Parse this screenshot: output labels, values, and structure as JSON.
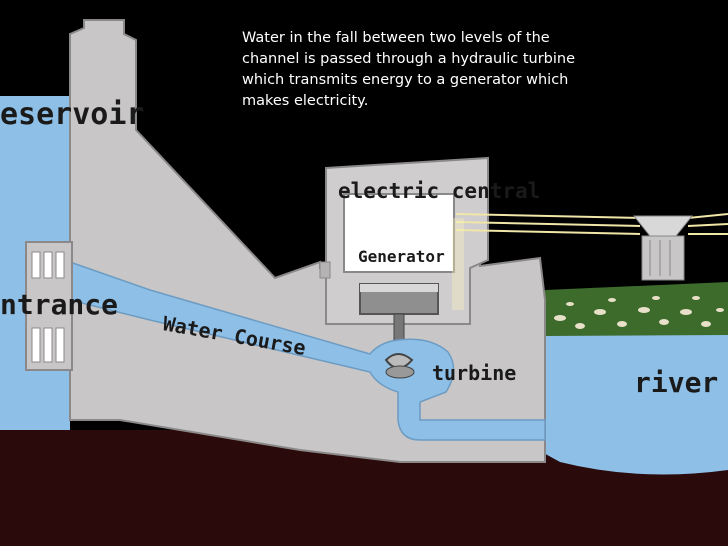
{
  "caption": "Water in the fall between two levels of the channel is passed through a hydraulic turbine which transmits energy to a generator which makes electricity.",
  "labels": {
    "reservoir": "eservoir",
    "entrance": "ntrance",
    "water_course": "Water Course",
    "electric_central": "electric central",
    "generator": "Generator",
    "turbine": "turbine",
    "river": "river"
  },
  "colors": {
    "sky": "#000000",
    "water": "#8ebfe6",
    "dam": "#c8c6c6",
    "ground": "#2a0a0a",
    "grass": "#3d6b2c"
  }
}
